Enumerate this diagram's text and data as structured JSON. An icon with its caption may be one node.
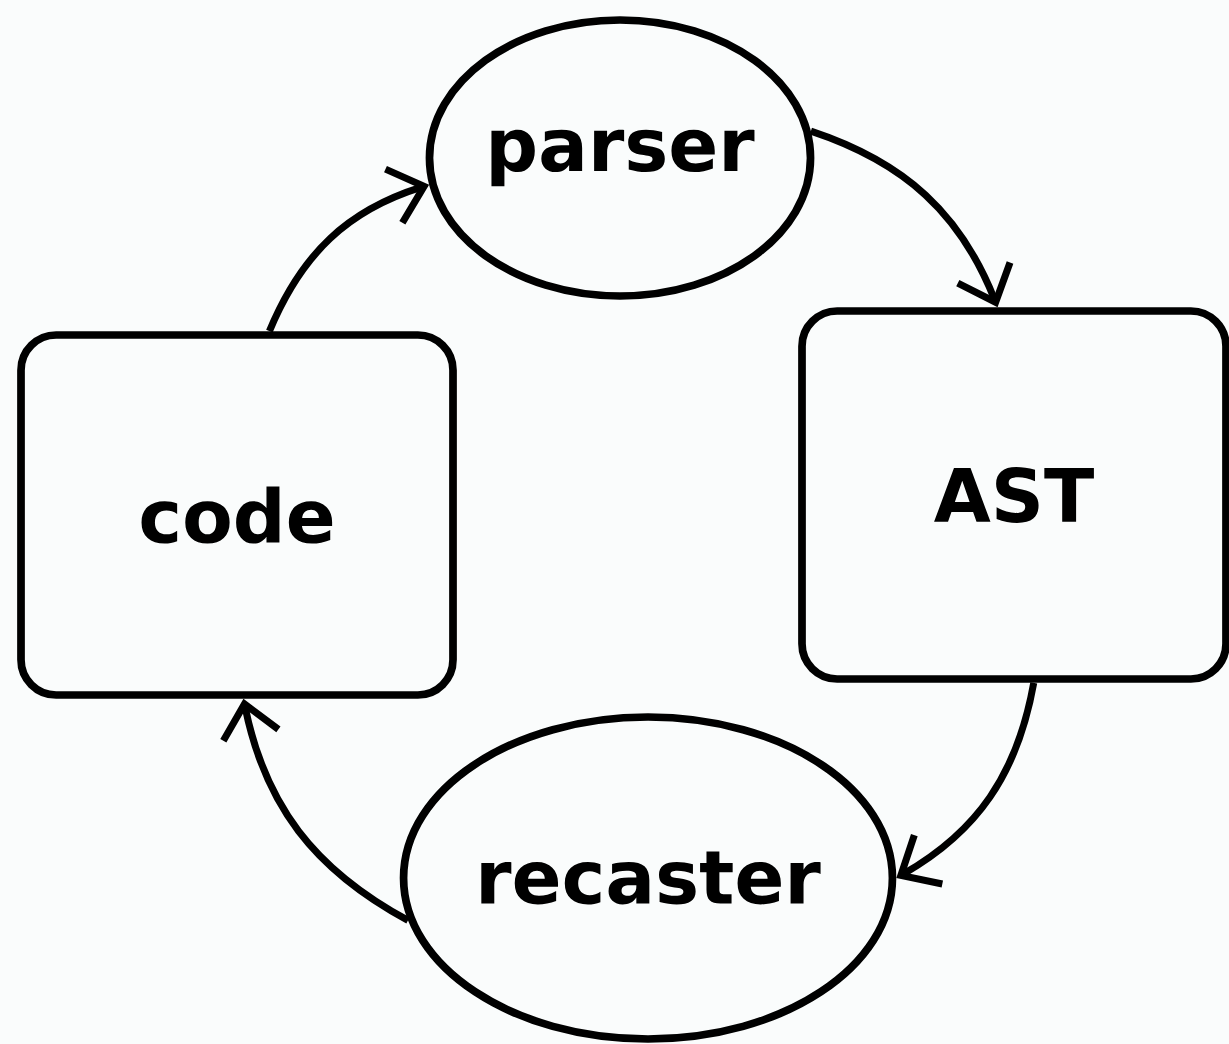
{
  "diagram": {
    "nodes": [
      {
        "text": [
          "parser"
        ]
      },
      {
        "text": [
          "AST"
        ]
      },
      {
        "text": [
          "recaster"
        ]
      },
      {
        "text": [
          "code"
        ]
      }
    ],
    "edges": [
      {
        "from": 3,
        "to": 0,
        "arrow": "to"
      },
      {
        "from": 0,
        "to": 1,
        "arrow": "to"
      },
      {
        "from": 1,
        "to": 2,
        "arrow": "to"
      },
      {
        "from": 2,
        "to": 3,
        "arrow": "to"
      }
    ]
  }
}
